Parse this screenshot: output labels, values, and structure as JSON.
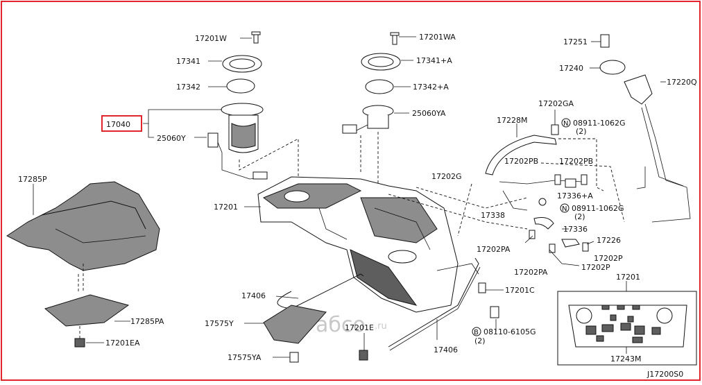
{
  "diagram_code": "J17200S0",
  "highlighted_part": "17040",
  "watermark": {
    "brand": "aбco",
    "suffix": ".ru"
  },
  "labels": {
    "p17201W": "17201W",
    "p17341": "17341",
    "p17342": "17342",
    "p17040": "17040",
    "p25060Y": "25060Y",
    "p17285P": "17285P",
    "p17201": "17201",
    "p17201WA": "17201WA",
    "p17341A": "17341+A",
    "p17342A": "17342+A",
    "p25060YA": "25060YA",
    "p17251": "17251",
    "p17240": "17240",
    "p17220Q": "17220Q",
    "p17202GA": "17202GA",
    "p08911_1062G_a": "08911-1062G",
    "qty2_a": "(2)",
    "p17228M": "17228M",
    "p17202G": "17202G",
    "p17202PB_a": "17202PB",
    "p17202PB_b": "17202PB",
    "p17336A": "17336+A",
    "p17338": "17338",
    "p08911_1062G_b": "08911-1062G",
    "qty2_b": "(2)",
    "p17336": "17336",
    "p17202PA_a": "17202PA",
    "p17226": "17226",
    "p17202P_a": "17202P",
    "p17202PA_b": "17202PA",
    "p17202P_b": "17202P",
    "p17201C": "17201C",
    "p17406_a": "17406",
    "p17285PA": "17285PA",
    "p17575Y": "17575Y",
    "p17201E": "17201E",
    "p08110_6105G": "08110-6105G",
    "qty2_c": "(2)",
    "p17201EA": "17201EA",
    "p17406_b": "17406",
    "p17575YA": "17575YA",
    "inset_title": "17201",
    "inset_part": "17243M",
    "circ_N": "N",
    "circ_B": "B"
  },
  "colors": {
    "frame": "#e0262b",
    "line": "#111111",
    "gray": "#8d8d8d"
  }
}
